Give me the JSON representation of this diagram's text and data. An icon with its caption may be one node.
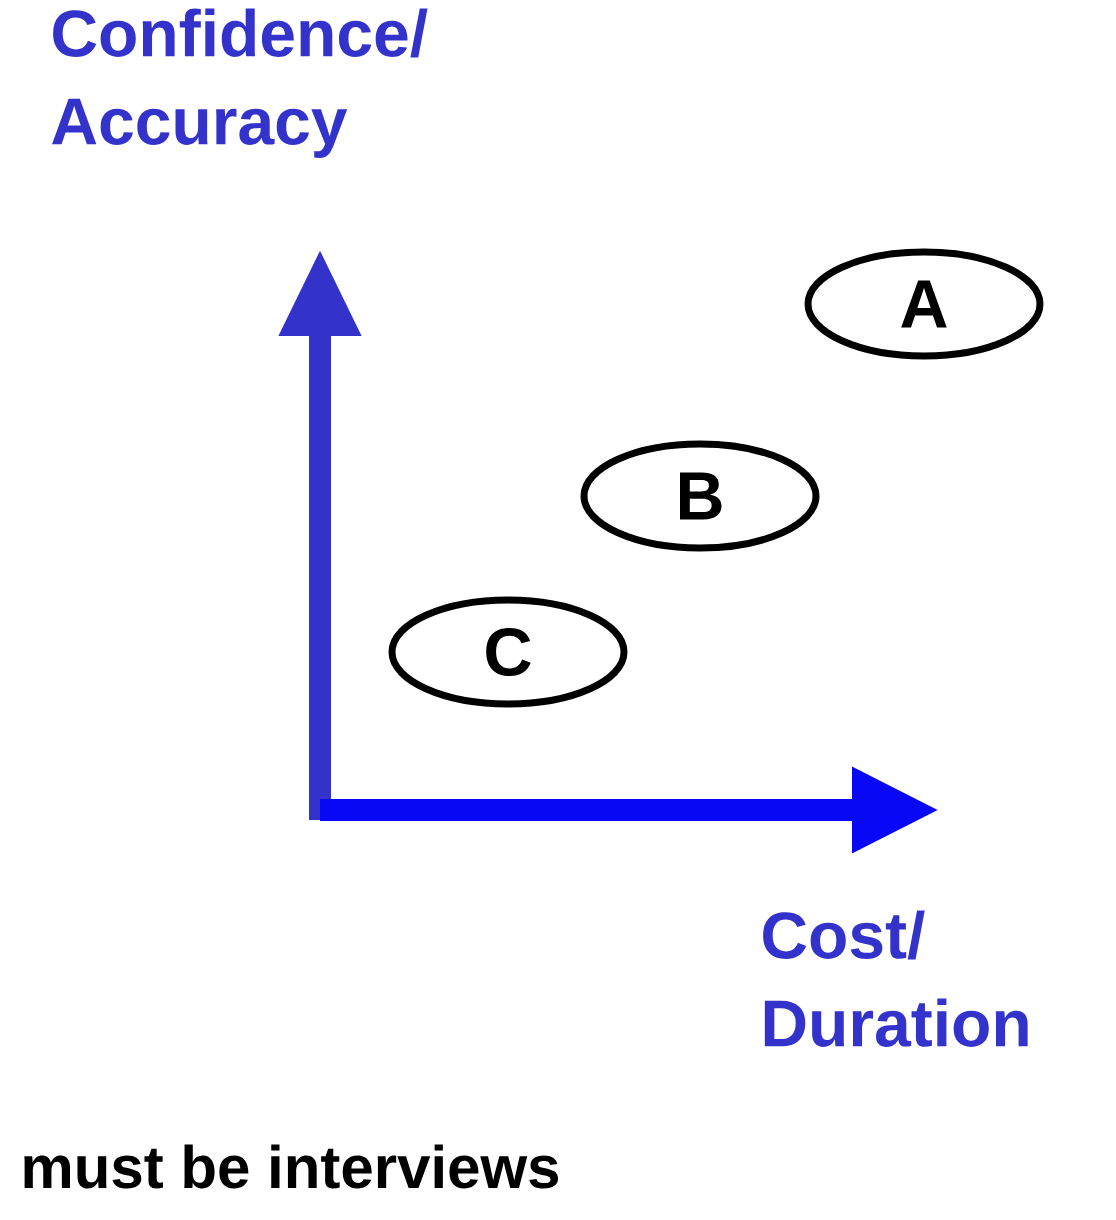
{
  "diagram": {
    "nodes": [
      {
        "text": [
          "A"
        ]
      },
      {
        "text": [
          "B"
        ]
      },
      {
        "text": [
          "C"
        ]
      }
    ],
    "labels": [
      "Confidence/ Accuracy",
      "Cost/ Duration",
      "must be interviews"
    ]
  }
}
